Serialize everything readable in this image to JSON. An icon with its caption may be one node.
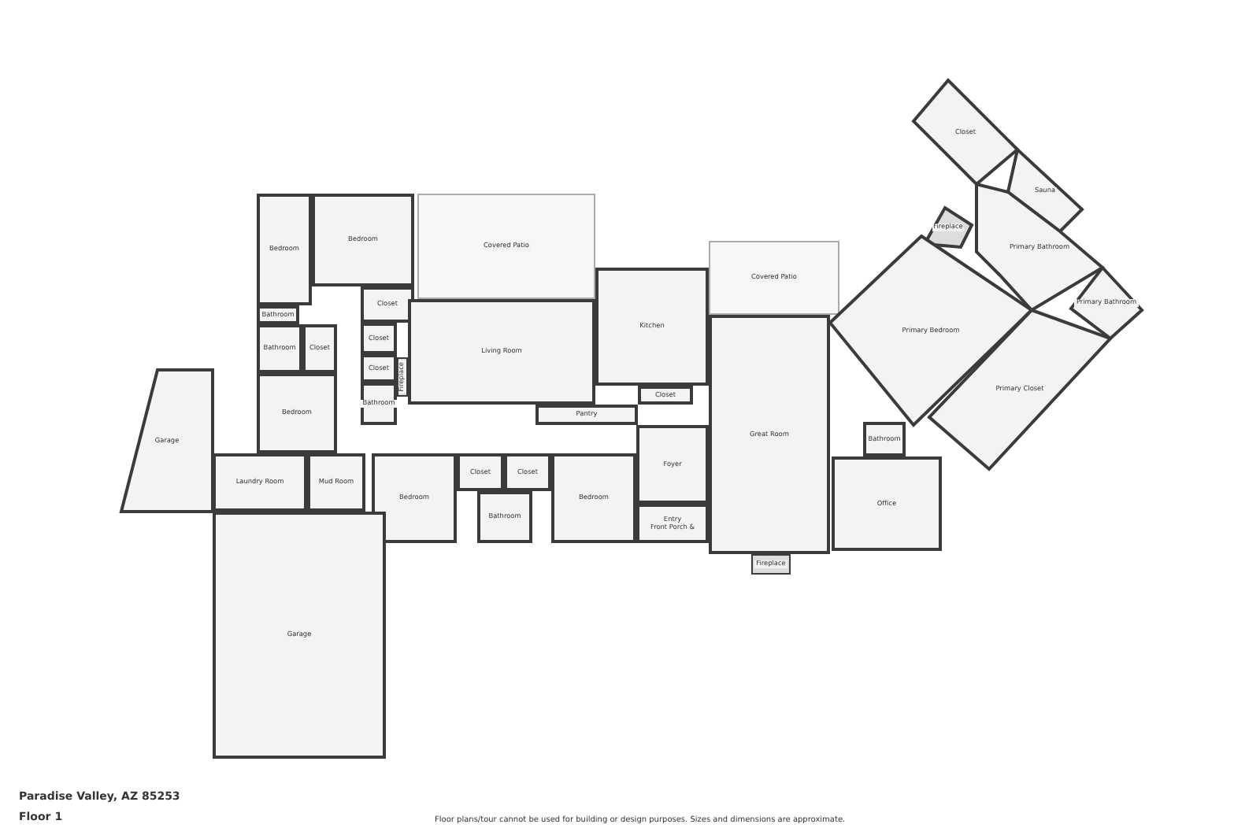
{
  "diagram": {
    "title": "Floor 1",
    "caption": "Floor plans/tour cannot be used for building or design purposes. Sizes and dimensions are approximate.",
    "nodes": [
      {
        "text": [
          "Closet"
        ]
      },
      {
        "text": [
          "Sauna"
        ]
      },
      {
        "text": [
          "Bedroom"
        ]
      },
      {
        "text": [
          "Bedroom"
        ]
      },
      {
        "text": [
          "Covered Patio"
        ]
      },
      {
        "text": [
          "Fireplace"
        ]
      },
      {
        "text": [
          "Primary Bathroom"
        ]
      },
      {
        "text": [
          "Covered Patio"
        ]
      },
      {
        "text": [
          "Closet"
        ]
      },
      {
        "text": [
          "Bathroom"
        ]
      },
      {
        "text": [
          "Primary Bathroom"
        ]
      },
      {
        "text": [
          "Primary Bedroom"
        ]
      },
      {
        "text": [
          "Bathroom"
        ]
      },
      {
        "text": [
          "Closet"
        ]
      },
      {
        "text": [
          "Closet"
        ]
      },
      {
        "text": [
          "Kitchen"
        ]
      },
      {
        "text": [
          "Fireplace"
        ]
      },
      {
        "text": [
          "Living Room"
        ]
      },
      {
        "text": [
          "Primary Closet"
        ]
      },
      {
        "text": [
          "Closet"
        ]
      },
      {
        "text": [
          "Bathroom"
        ]
      },
      {
        "text": [
          "Pantry"
        ]
      },
      {
        "text": [
          "Bedroom"
        ]
      },
      {
        "text": [
          "Bathroom"
        ]
      },
      {
        "text": [
          "Garage"
        ]
      },
      {
        "text": [
          "Great Room"
        ]
      },
      {
        "text": [
          "Foyer"
        ]
      },
      {
        "text": [
          "Closet"
        ]
      },
      {
        "text": [
          "Closet"
        ]
      },
      {
        "text": [
          "Closet"
        ]
      },
      {
        "text": [
          "Laundry Room"
        ]
      },
      {
        "text": [
          "Mud Room"
        ]
      },
      {
        "text": [
          "Bedroom"
        ]
      },
      {
        "text": [
          "Bedroom"
        ]
      },
      {
        "text": [
          "Office"
        ]
      },
      {
        "text": [
          "Entry",
          "Front Porch &"
        ]
      },
      {
        "text": [
          "Bathroom"
        ]
      },
      {
        "text": [
          "Fireplace"
        ]
      },
      {
        "text": [
          "Garage"
        ]
      }
    ],
    "labels": [
      "Paradise Valley, AZ 85253"
    ]
  }
}
